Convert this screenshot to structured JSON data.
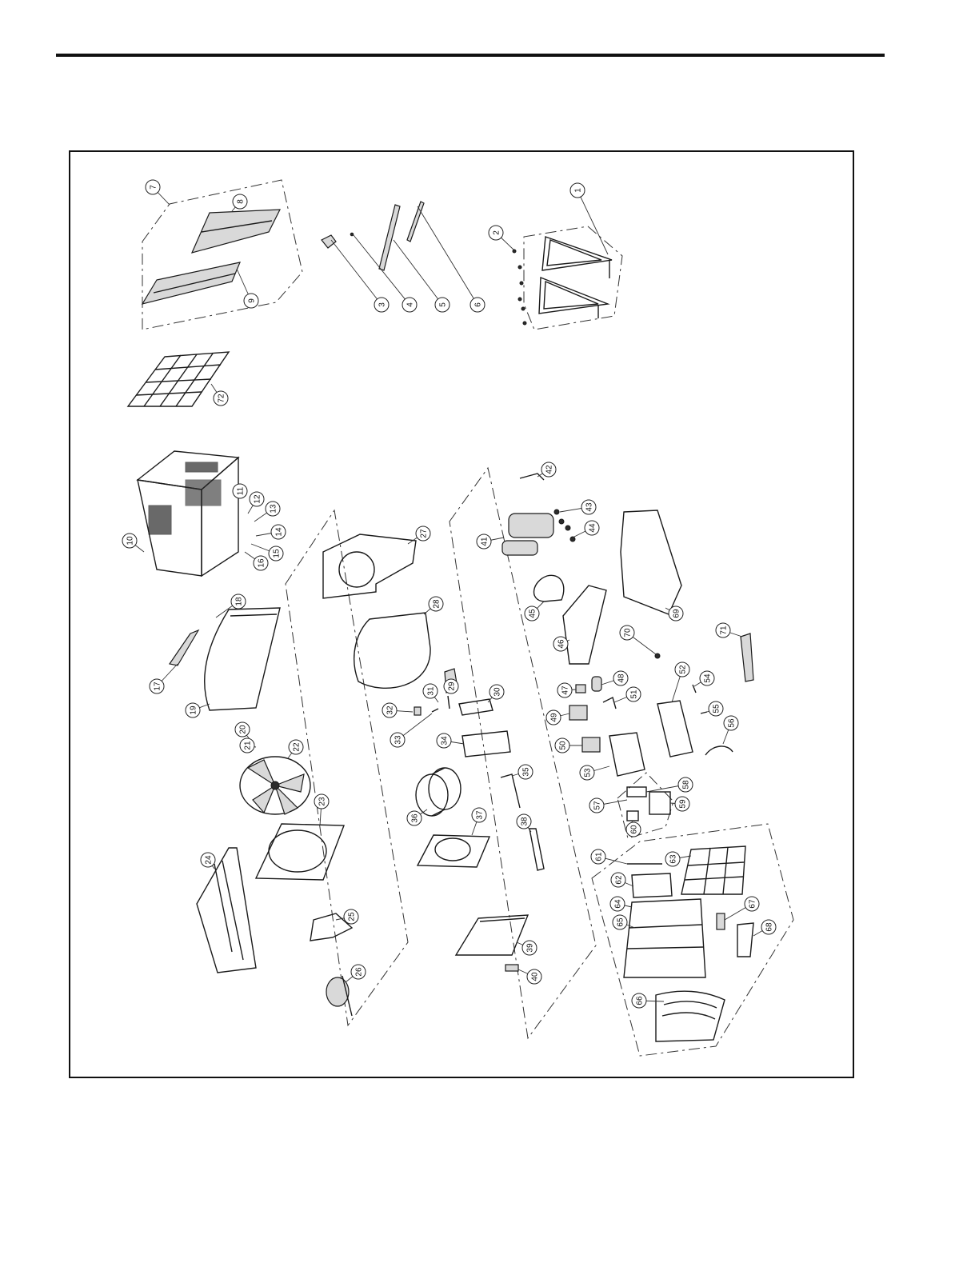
{
  "figure": {
    "callouts": [
      "1",
      "2",
      "3",
      "4",
      "5",
      "6",
      "7",
      "8",
      "9",
      "10",
      "11",
      "12",
      "13",
      "14",
      "15",
      "16",
      "17",
      "18",
      "19",
      "20",
      "21",
      "22",
      "23",
      "24",
      "25",
      "26",
      "27",
      "28",
      "29",
      "30",
      "31",
      "32",
      "33",
      "34",
      "35",
      "36",
      "37",
      "38",
      "39",
      "40",
      "41",
      "42",
      "43",
      "44",
      "45",
      "46",
      "47",
      "48",
      "49",
      "50",
      "51",
      "52",
      "53",
      "54",
      "55",
      "56",
      "57",
      "58",
      "59",
      "60",
      "61",
      "62",
      "63",
      "64",
      "65",
      "66",
      "67",
      "68",
      "69",
      "70",
      "71",
      "72"
    ]
  }
}
